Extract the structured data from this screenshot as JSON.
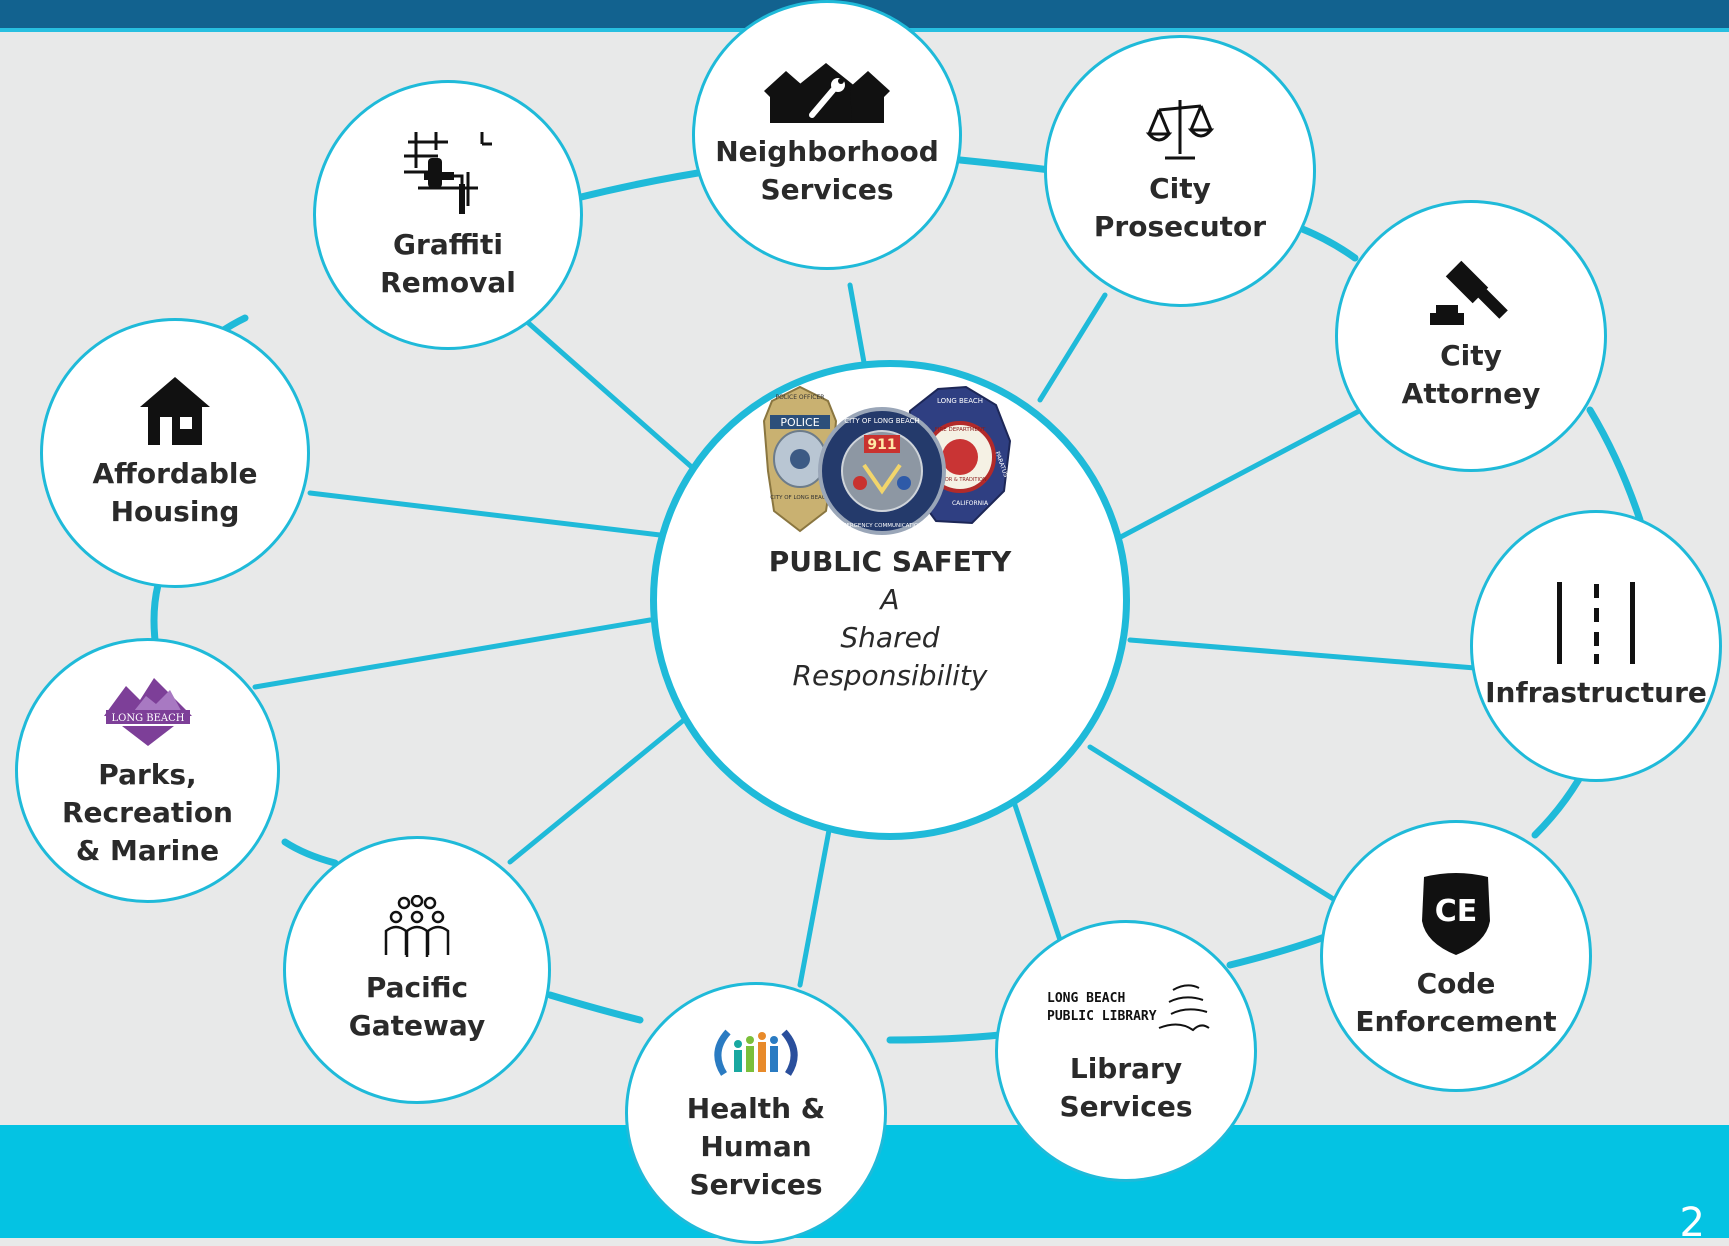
{
  "center": {
    "title": "PUBLIC SAFETY",
    "subtitle": "A\nShared\nResponsibility",
    "badge_texts": {
      "police_top": "POLICE OFFICER",
      "police_band": "POLICE",
      "police_ring": "CITY OF LONG BEACH",
      "dispatch_top": "CITY OF LONG BEACH",
      "dispatch_number": "911",
      "dispatch_bottom": "EMERGENCY COMMUNICATIONS",
      "fire_top": "LONG BEACH",
      "fire_ring": "FIRE DEPARTMENT",
      "fire_right": "PARATUS",
      "fire_bottom": "CALIFORNIA",
      "fire_motto": "HONOR & TRADITION"
    }
  },
  "nodes": {
    "neighborhood": {
      "label": "Neighborhood\nServices",
      "icon": "house-wrench-icon"
    },
    "prosecutor": {
      "label": "City\nProsecutor",
      "icon": "scales-icon"
    },
    "attorney": {
      "label": "City\nAttorney",
      "icon": "gavel-icon"
    },
    "infrastructure": {
      "label": "Infrastructure",
      "icon": "road-lanes-icon"
    },
    "code": {
      "label": "Code\nEnforcement",
      "icon": "badge-ce-icon",
      "badge_text": "CE"
    },
    "library": {
      "label": "Library\nServices",
      "icon": "library-logo-icon",
      "logo_text": "LONG BEACH\nPUBLIC LIBRARY"
    },
    "health": {
      "label": "Health &\nHuman\nServices",
      "icon": "people-bars-icon"
    },
    "pacific": {
      "label": "Pacific\nGateway",
      "icon": "people-group-icon"
    },
    "parks": {
      "label": "Parks,\nRecreation\n& Marine",
      "icon": "parks-logo-icon",
      "logo_text": "LONG BEACH"
    },
    "housing": {
      "label": "Affordable\nHousing",
      "icon": "house-icon"
    },
    "graffiti": {
      "label": "Graffiti\nRemoval",
      "icon": "paint-roller-icon"
    }
  },
  "page": {
    "number": "2"
  },
  "colors": {
    "accent": "#1fbad9",
    "top_bar": "#12628f",
    "bottom_band": "#04c3e3",
    "background": "#e8e9e9"
  }
}
